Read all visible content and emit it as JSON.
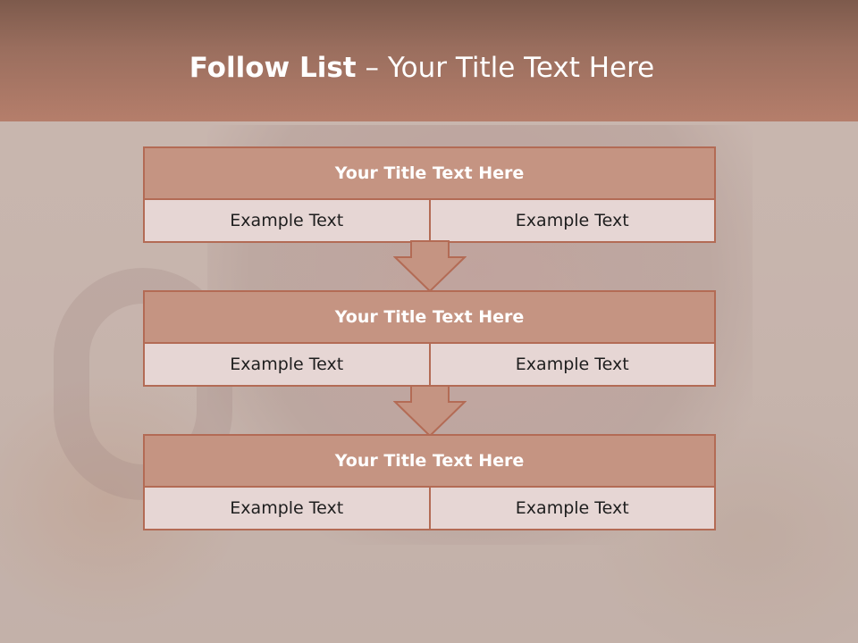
{
  "header": {
    "title_bold": "Follow List",
    "title_rest": " – Your Title Text Here"
  },
  "steps": [
    {
      "title": "Your Title Text Here",
      "left": "Example Text",
      "right": "Example Text"
    },
    {
      "title": "Your Title Text Here",
      "left": "Example Text",
      "right": "Example Text"
    },
    {
      "title": "Your Title Text Here",
      "left": "Example Text",
      "right": "Example Text"
    }
  ],
  "colors": {
    "header": "#b57e6b",
    "box_border": "#b36b55",
    "box_title_fill": "#c59482",
    "box_cell_fill": "#e6d6d4",
    "arrow_fill": "#c59482"
  },
  "icons": {
    "connector": "down-arrow-icon"
  }
}
